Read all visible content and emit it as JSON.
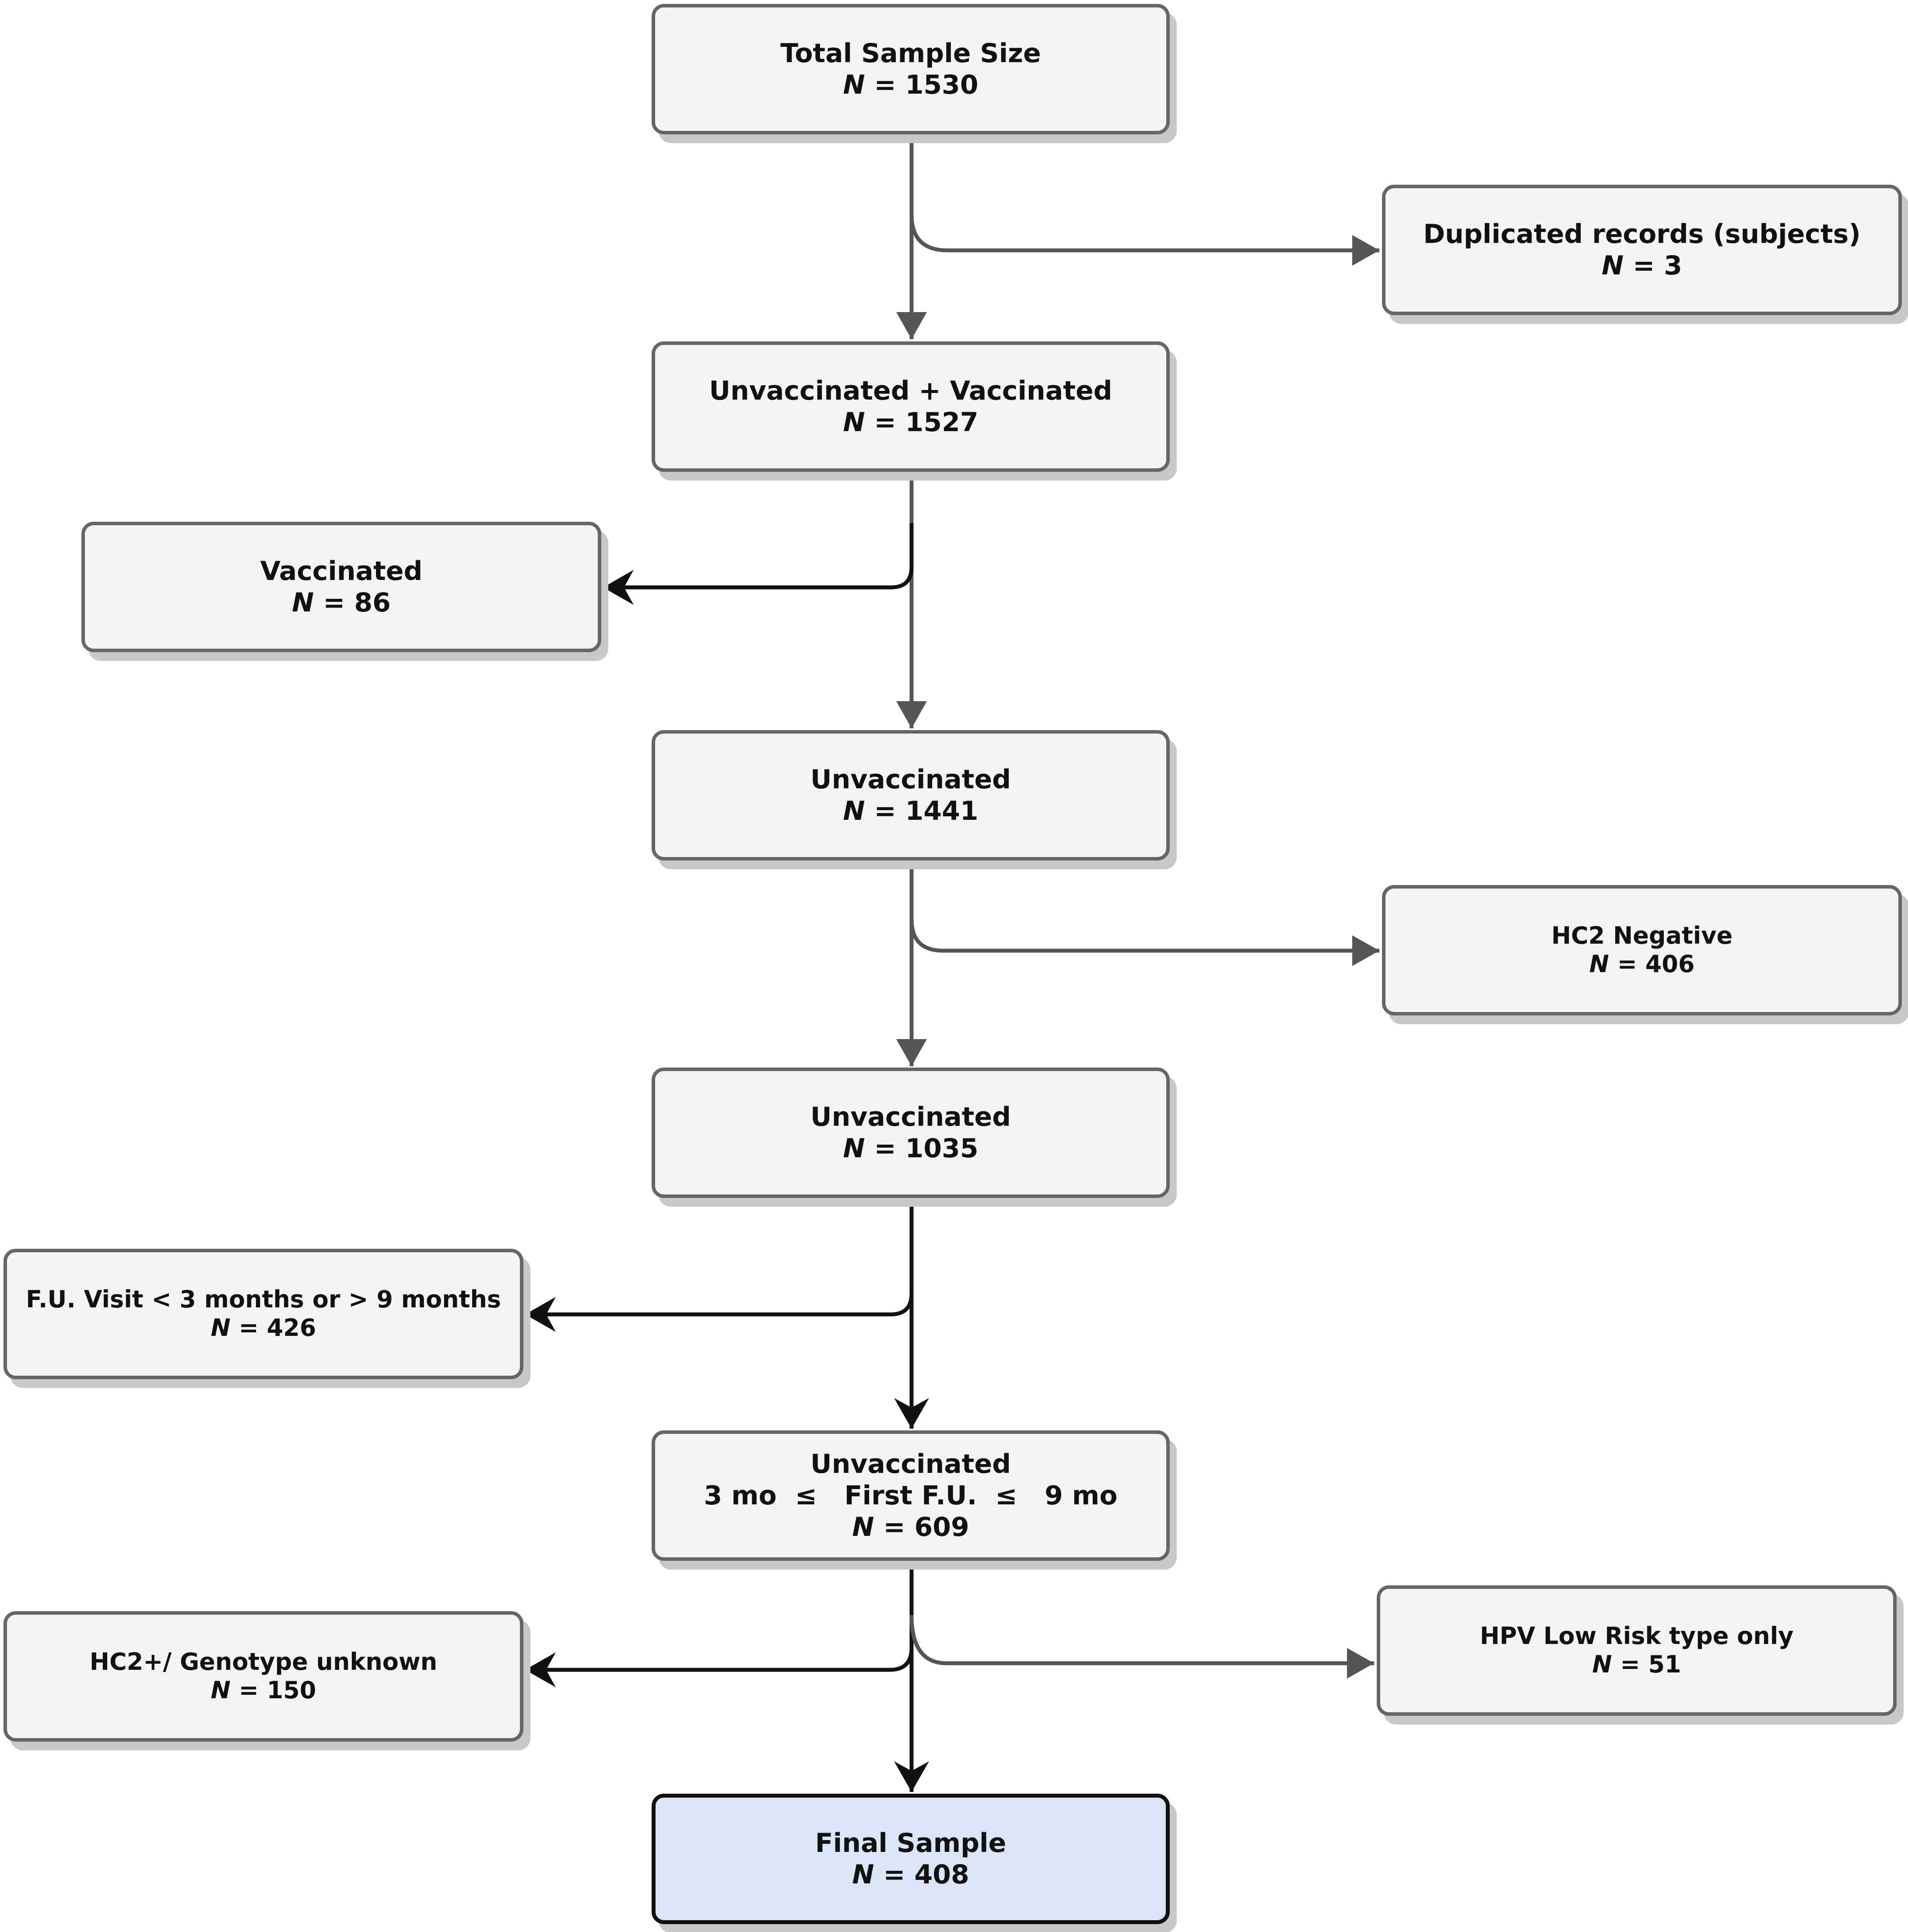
{
  "nodes": {
    "total": {
      "title": "Total Sample Size",
      "n_label": "N",
      "n_value": "= 1530"
    },
    "duplicated": {
      "title": "Duplicated records (subjects)",
      "n_label": "N",
      "n_value": "= 3"
    },
    "unvacc_plus_vacc": {
      "title": "Unvaccinated + Vaccinated",
      "n_label": "N",
      "n_value": "= 1527"
    },
    "vaccinated": {
      "title": "Vaccinated",
      "n_label": "N",
      "n_value": "= 86"
    },
    "unvacc_1441": {
      "title": "Unvaccinated",
      "n_label": "N",
      "n_value": "= 1441"
    },
    "hc2_negative": {
      "title": "HC2 Negative",
      "n_label": "N",
      "n_value": "= 406"
    },
    "unvacc_1035": {
      "title": "Unvaccinated",
      "n_label": "N",
      "n_value": "= 1035"
    },
    "fu_visit": {
      "title": "F.U. Visit < 3 months or > 9 months",
      "n_label": "N",
      "n_value": "= 426"
    },
    "unvacc_609": {
      "title": "Unvaccinated",
      "subtitle": "3 mo  ≤   First F.U.  ≤   9 mo",
      "n_label": "N",
      "n_value": "= 609"
    },
    "hc2_genotype": {
      "title": "HC2+/ Genotype unknown",
      "n_label": "N",
      "n_value": "= 150"
    },
    "hpv_low_risk": {
      "title": "HPV Low Risk type only",
      "n_label": "N",
      "n_value": "= 51"
    },
    "final": {
      "title": "Final Sample",
      "n_label": "N",
      "n_value": "= 408"
    }
  },
  "colors": {
    "box_fill": "#f4f4f4",
    "box_border": "#666666",
    "final_fill": "#dae6f7",
    "arrow_gray": "#555555",
    "arrow_black": "#111111"
  }
}
